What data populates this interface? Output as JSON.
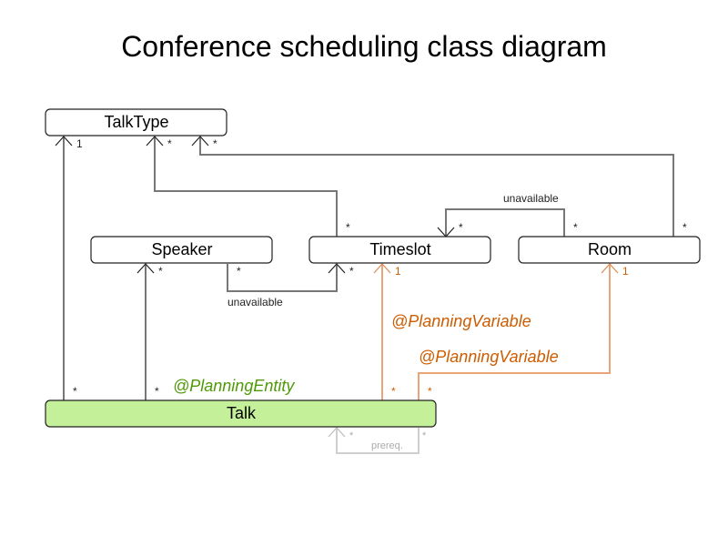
{
  "title": "Conference scheduling class diagram",
  "classes": {
    "talktype": "TalkType",
    "speaker": "Speaker",
    "timeslot": "Timeslot",
    "room": "Room",
    "talk": "Talk"
  },
  "annotations": {
    "planning_entity": "@PlanningEntity",
    "planning_variable_timeslot": "@PlanningVariable",
    "planning_variable_room": "@PlanningVariable"
  },
  "relation_labels": {
    "speaker_timeslot_unavailable": "unavailable",
    "room_timeslot_unavailable": "unavailable",
    "talk_prerequisite": "prereq."
  },
  "multiplicities": {
    "talk_talktype_target": "1",
    "talk_talktype_source": "*",
    "timeslot_talktype_target": "*",
    "timeslot_talktype_source": "*",
    "room_talktype_target": "*",
    "room_talktype_source": "*",
    "talk_speaker_target": "*",
    "talk_speaker_source": "*",
    "speaker_timeslot_source": "*",
    "speaker_timeslot_target": "*",
    "room_timeslot_source": "*",
    "room_timeslot_target": "*",
    "talk_timeslot_target": "1",
    "talk_timeslot_source": "*",
    "talk_room_target": "1",
    "talk_room_source": "*",
    "prereq_target": "*",
    "prereq_source": "*"
  },
  "colors": {
    "planning_entity_fill": "#c5f09a",
    "planning_entity_text": "#4e9a06",
    "planning_variable": "#ce5c00"
  }
}
